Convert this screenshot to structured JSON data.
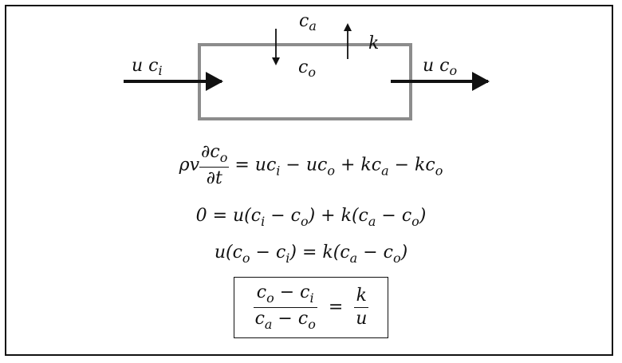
{
  "diagram": {
    "ca_label": {
      "base": "c",
      "sub": "a"
    },
    "k_label": "k",
    "co_label": {
      "base": "c",
      "sub": "o"
    },
    "inflow_label": {
      "u": "u",
      "base": "c",
      "sub": "i"
    },
    "outflow_label": {
      "u": "u",
      "base": "c",
      "sub": "o"
    },
    "colors": {
      "box": "#8c8c8c",
      "arrows": "#111111"
    }
  },
  "equations": {
    "eq1": {
      "lhs_prefix": "ρv",
      "lhs_num": "∂c",
      "lhs_num_sub": "o",
      "lhs_den": "∂t",
      "rhs": "= uc",
      "rhs_sub1": "i",
      "rhs_mid1": " − uc",
      "rhs_sub2": "o",
      "rhs_mid2": " + kc",
      "rhs_sub3": "a",
      "rhs_mid3": " − kc",
      "rhs_sub4": "o"
    },
    "eq2": {
      "p1": "0 = u(c",
      "s1": "i",
      "p2": " − c",
      "s2": "o",
      "p3": ") + k(c",
      "s3": "a",
      "p4": " − c",
      "s4": "o",
      "p5": ")"
    },
    "eq3": {
      "p1": "u(c",
      "s1": "o",
      "p2": " − c",
      "s2": "i",
      "p3": ") = k(c",
      "s3": "a",
      "p4": " − c",
      "s4": "o",
      "p5": ")"
    },
    "eq4": {
      "num_p1": "c",
      "num_s1": "o",
      "num_p2": " − c",
      "num_s2": "i",
      "den_p1": "c",
      "den_s1": "a",
      "den_p2": " − c",
      "den_s2": "o",
      "eq": "=",
      "rhs_num": "k",
      "rhs_den": "u"
    }
  }
}
